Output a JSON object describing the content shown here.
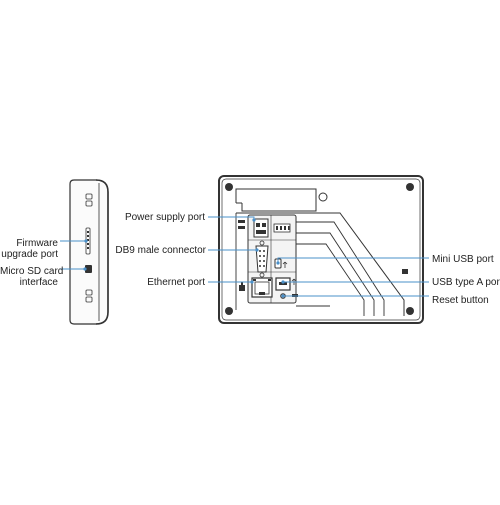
{
  "labels": {
    "firmware_upgrade_port": [
      "Firmware",
      "upgrade port"
    ],
    "micro_sd_card_interface": [
      "Micro SD card",
      "interface"
    ],
    "power_supply_port": "Power supply port",
    "db9_male_connector": "DB9 male connector",
    "ethernet_port": "Ethernet port",
    "mini_usb_port": "Mini USB port",
    "usb_type_a_port": "USB type A port",
    "reset_button": "Reset button"
  },
  "colors": {
    "leader_line": "#4a90c9",
    "outline": "#333333",
    "text": "#222222"
  }
}
